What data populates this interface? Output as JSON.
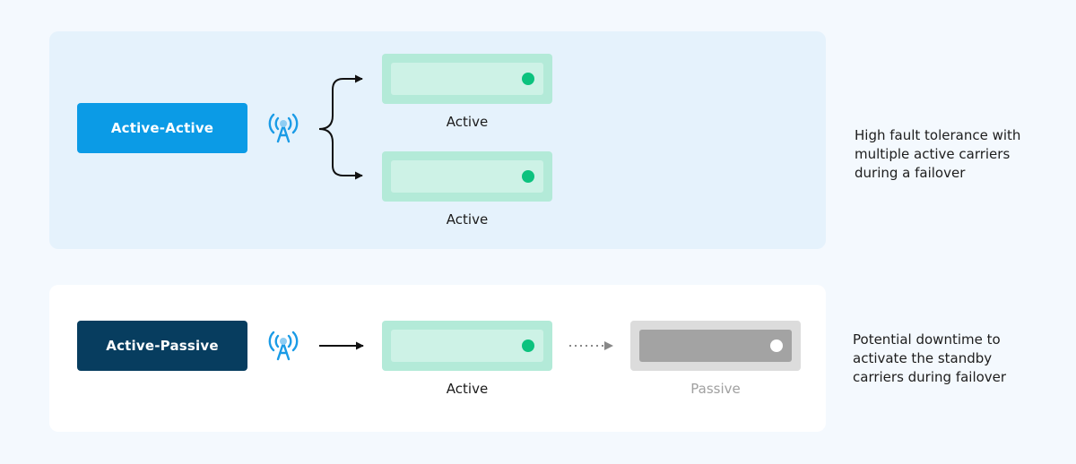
{
  "active_active": {
    "mode_label": "Active-Active",
    "icon": "radio-tower-icon",
    "carriers": [
      {
        "label": "Active",
        "state": "active"
      },
      {
        "label": "Active",
        "state": "active"
      }
    ],
    "description": [
      "High fault tolerance with",
      "multiple active carriers",
      "during a failover"
    ]
  },
  "active_passive": {
    "mode_label": "Active-Passive",
    "icon": "radio-tower-icon",
    "carriers": [
      {
        "label": "Active",
        "state": "active"
      },
      {
        "label": "Passive",
        "state": "passive"
      }
    ],
    "description": [
      "Potential downtime to",
      "activate the standby",
      "carriers during failover"
    ]
  },
  "colors": {
    "active_active_button": "#0b9be6",
    "active_passive_button": "#073d5f",
    "active_carrier": "#b3ead8",
    "active_indicator": "#0cc27e",
    "passive_carrier": "#dcdcdc",
    "tower_icon": "#1a9be6"
  }
}
